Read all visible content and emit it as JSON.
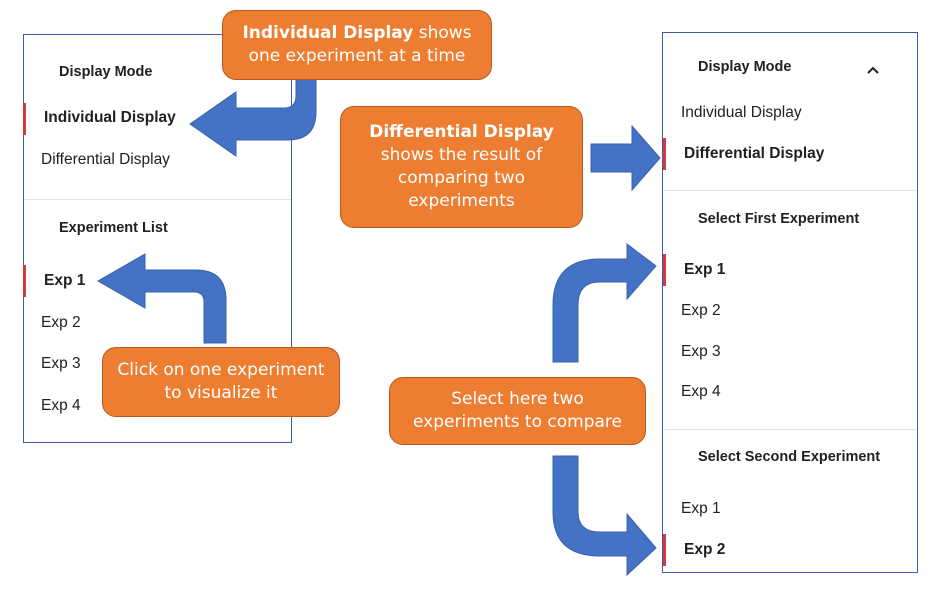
{
  "individual_panel": {
    "display_mode_header": "Display Mode",
    "modes": [
      {
        "label": "Individual Display",
        "active": true
      },
      {
        "label": "Differential Display",
        "active": false
      }
    ],
    "experiment_list_header": "Experiment List",
    "experiments": [
      {
        "label": "Exp 1",
        "active": true
      },
      {
        "label": "Exp 2",
        "active": false
      },
      {
        "label": "Exp 3",
        "active": false
      },
      {
        "label": "Exp 4",
        "active": false
      }
    ]
  },
  "differential_panel": {
    "display_mode_header": "Display Mode",
    "modes": [
      {
        "label": "Individual Display",
        "active": false
      },
      {
        "label": "Differential Display",
        "active": true
      }
    ],
    "first_header": "Select First Experiment",
    "first_experiments": [
      {
        "label": "Exp 1",
        "active": true
      },
      {
        "label": "Exp 2",
        "active": false
      },
      {
        "label": "Exp 3",
        "active": false
      },
      {
        "label": "Exp 4",
        "active": false
      }
    ],
    "second_header": "Select Second Experiment",
    "second_experiments": [
      {
        "label": "Exp 1",
        "active": false
      },
      {
        "label": "Exp 2",
        "active": true
      }
    ]
  },
  "callouts": {
    "individual_bold": "Individual Display",
    "individual_rest_1": " shows",
    "individual_rest_2": "one experiment at a time",
    "differential_bold": "Differential Display",
    "differential_rest_1": "shows the result of",
    "differential_rest_2": "comparing two",
    "differential_rest_3": "experiments",
    "click_1": "Click on one experiment",
    "click_2": "to visualize it",
    "select_1": "Select here two",
    "select_2": "experiments to compare"
  },
  "colors": {
    "callout_fill": "#ed7d31",
    "arrow_fill": "#4472c4",
    "active_bar": "#d23b3b",
    "panel_border": "#3b5da9"
  },
  "icons": {
    "collapse": "chevron-up-icon"
  }
}
